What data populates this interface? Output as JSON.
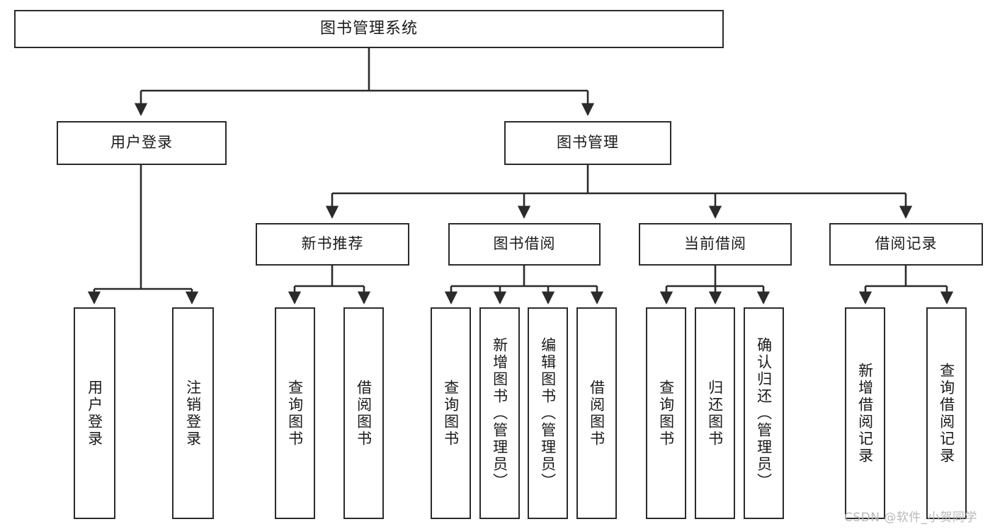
{
  "diagram": {
    "title": "图书管理系统",
    "watermark": "CSDN @软件_小贺同学",
    "line_color": "#2b2b2b",
    "box_fill": "#ffffff",
    "text_color": "#1a1a1a",
    "watermark_color": "#b9b9b9"
  },
  "nodes": {
    "root": {
      "label": "图书管理系统"
    },
    "level1": [
      {
        "label": "用户登录"
      },
      {
        "label": "图书管理"
      }
    ],
    "level2": [
      {
        "label": "新书推荐"
      },
      {
        "label": "图书借阅"
      },
      {
        "label": "当前借阅"
      },
      {
        "label": "借阅记录"
      }
    ],
    "leaves": {
      "user_login": [
        {
          "label": "用户登录"
        },
        {
          "label": "注销登录"
        }
      ],
      "new_book_recommend": [
        {
          "label": "查询图书"
        },
        {
          "label": "借阅图书"
        }
      ],
      "book_borrow": [
        {
          "label": "查询图书"
        },
        {
          "label": "新增图书（管理员）"
        },
        {
          "label": "编辑图书（管理员）"
        },
        {
          "label": "借阅图书"
        }
      ],
      "current_borrow": [
        {
          "label": "查询图书"
        },
        {
          "label": "归还图书"
        },
        {
          "label": "确认归还（管理员）"
        }
      ],
      "borrow_record": [
        {
          "label": "新增借阅记录"
        },
        {
          "label": "查询借阅记录"
        }
      ]
    }
  }
}
